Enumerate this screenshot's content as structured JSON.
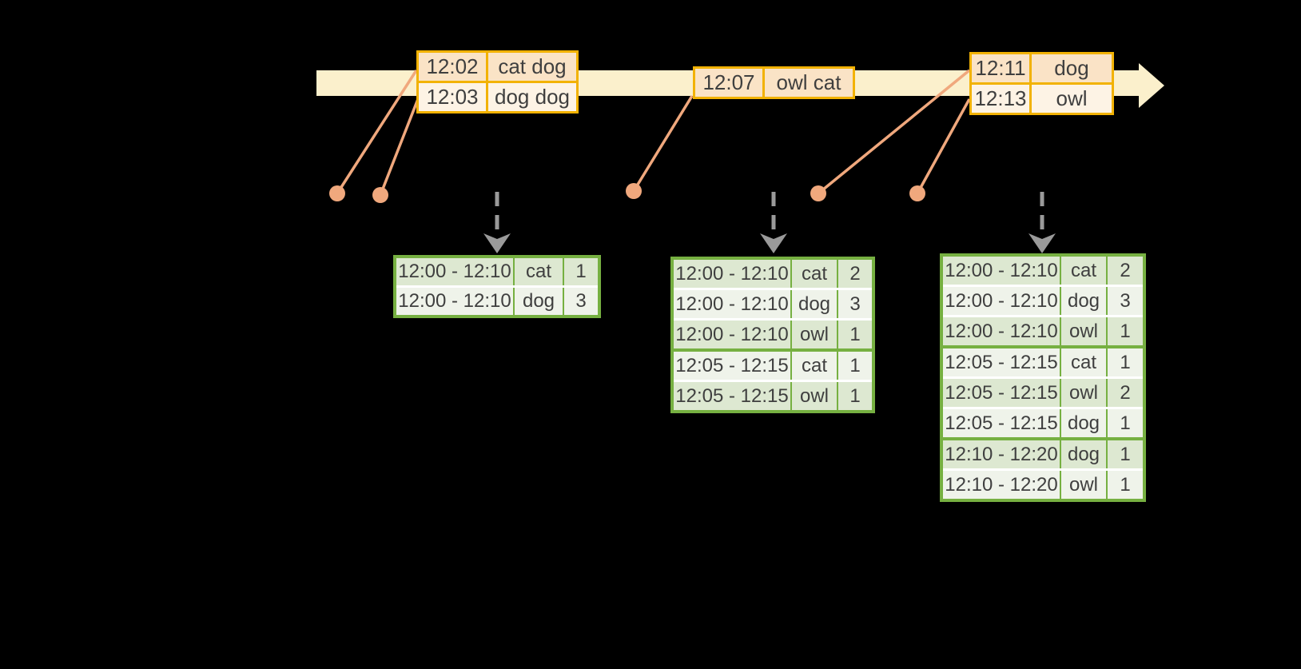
{
  "colors": {
    "background": "#000000",
    "timeline_fill": "#FBF0CC",
    "event_border": "#F2B203",
    "event_row_dark": "#FAE3C6",
    "event_row_light": "#FDF3E5",
    "connector": "#F0A87D",
    "result_border": "#76B041",
    "result_row_dark": "#DDE8D1",
    "result_row_light": "#EFF3EA",
    "trigger_arrow": "#9A9A9A",
    "text": "#3F3F3F"
  },
  "event_tables": [
    {
      "rows": [
        {
          "time": "12:02",
          "words": "cat dog"
        },
        {
          "time": "12:03",
          "words": "dog dog"
        }
      ]
    },
    {
      "rows": [
        {
          "time": "12:07",
          "words": "owl cat"
        }
      ]
    },
    {
      "rows": [
        {
          "time": "12:11",
          "words": "dog"
        },
        {
          "time": "12:13",
          "words": "owl"
        }
      ]
    }
  ],
  "result_tables": [
    {
      "groups": [
        {
          "rows": [
            {
              "window": "12:00 - 12:10",
              "word": "cat",
              "count": "1"
            },
            {
              "window": "12:00 - 12:10",
              "word": "dog",
              "count": "3"
            }
          ]
        }
      ]
    },
    {
      "groups": [
        {
          "rows": [
            {
              "window": "12:00 - 12:10",
              "word": "cat",
              "count": "2"
            },
            {
              "window": "12:00 - 12:10",
              "word": "dog",
              "count": "3"
            },
            {
              "window": "12:00 - 12:10",
              "word": "owl",
              "count": "1"
            }
          ]
        },
        {
          "rows": [
            {
              "window": "12:05 - 12:15",
              "word": "cat",
              "count": "1"
            },
            {
              "window": "12:05 - 12:15",
              "word": "owl",
              "count": "1"
            }
          ]
        }
      ]
    },
    {
      "groups": [
        {
          "rows": [
            {
              "window": "12:00 - 12:10",
              "word": "cat",
              "count": "2"
            },
            {
              "window": "12:00 - 12:10",
              "word": "dog",
              "count": "3"
            },
            {
              "window": "12:00 - 12:10",
              "word": "owl",
              "count": "1"
            }
          ]
        },
        {
          "rows": [
            {
              "window": "12:05 - 12:15",
              "word": "cat",
              "count": "1"
            },
            {
              "window": "12:05 - 12:15",
              "word": "owl",
              "count": "2"
            },
            {
              "window": "12:05 - 12:15",
              "word": "dog",
              "count": "1"
            }
          ]
        },
        {
          "rows": [
            {
              "window": "12:10 - 12:20",
              "word": "dog",
              "count": "1"
            },
            {
              "window": "12:10 - 12:20",
              "word": "owl",
              "count": "1"
            }
          ]
        }
      ]
    }
  ]
}
